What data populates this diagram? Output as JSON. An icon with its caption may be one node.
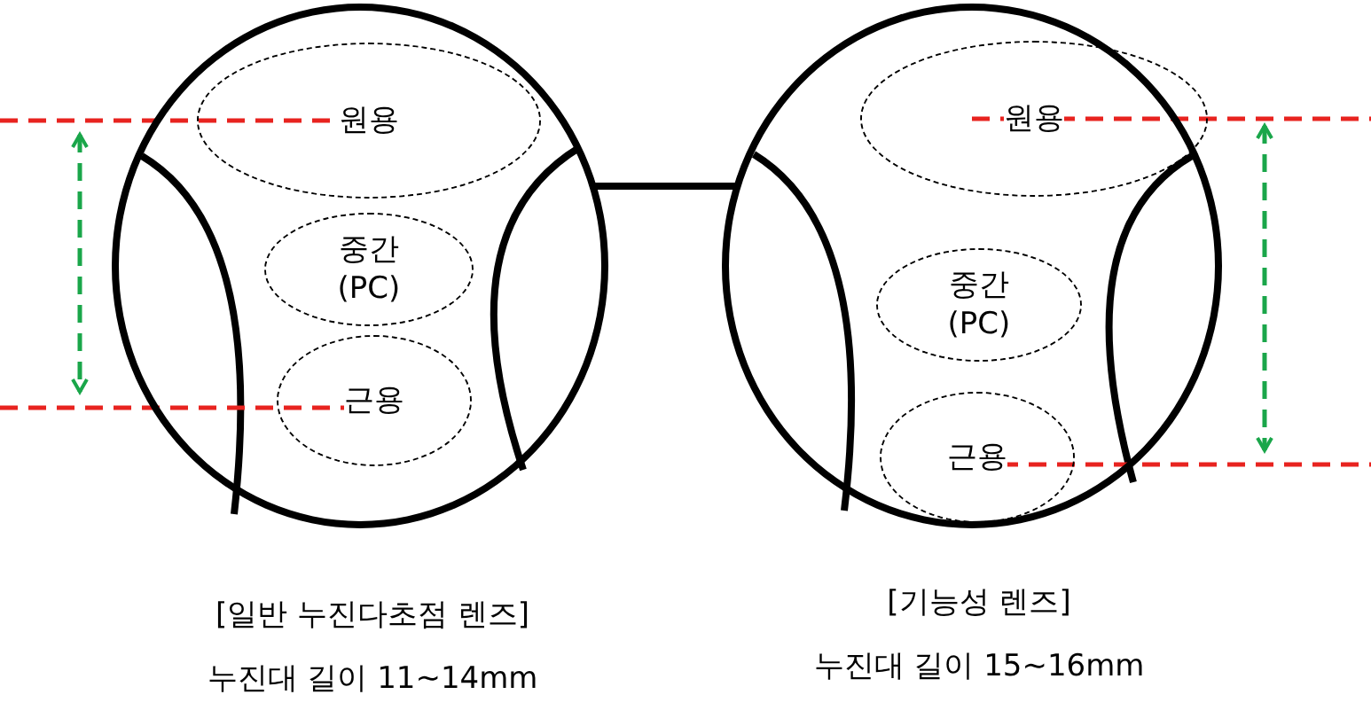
{
  "diagram": {
    "nodes": [
      {
        "text": [],
        "shape": "circle",
        "beside": [
          "[일반 누진다초점 렌즈]",
          "누진대 길이 11~14mm"
        ]
      },
      {
        "text": [
          "원용"
        ],
        "in": 0
      },
      {
        "text": [
          "중간 (PC)"
        ],
        "in": 0
      },
      {
        "text": [
          "근용"
        ],
        "in": 0
      },
      {
        "text": [],
        "shape": "circle",
        "beside": [
          "[기능성 렌즈]",
          "누진대 길이 15~16mm"
        ]
      },
      {
        "text": [
          "원용"
        ],
        "in": 4
      },
      {
        "text": [
          "중간 (PC)"
        ],
        "in": 4
      },
      {
        "text": [
          "근용"
        ],
        "in": 4
      }
    ],
    "edges": [
      {
        "from": 0,
        "to": 4,
        "arrow": "none"
      }
    ]
  }
}
